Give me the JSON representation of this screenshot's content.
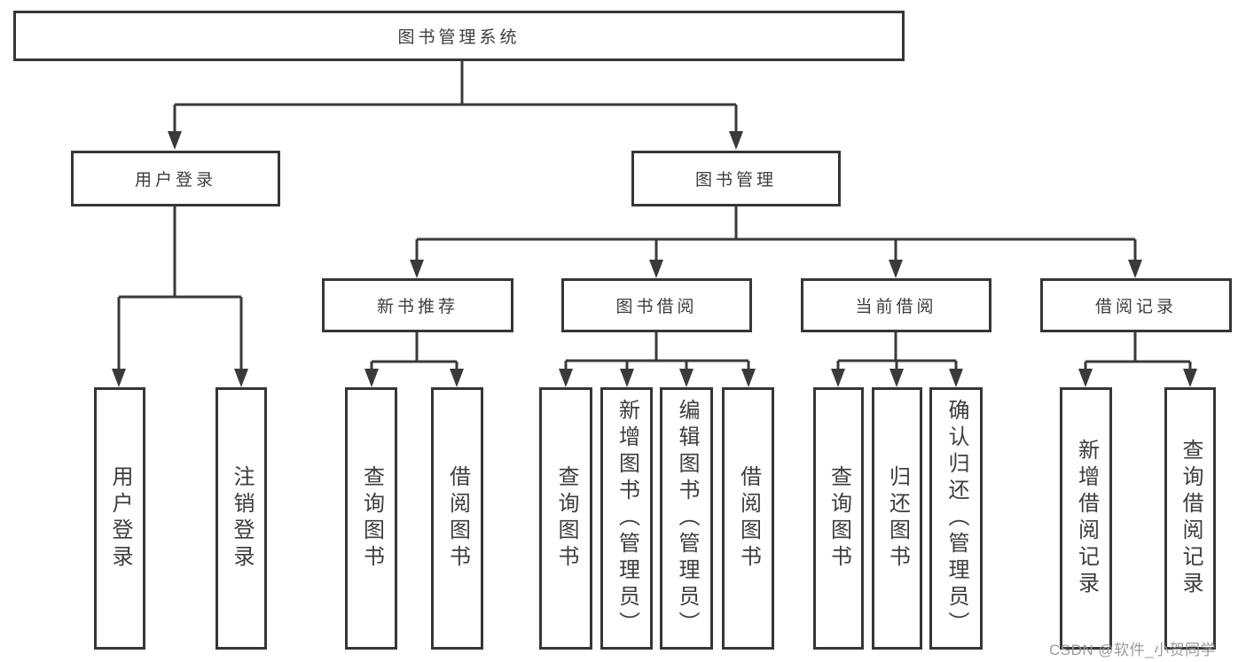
{
  "colors": {
    "border": "#363636",
    "line": "#3a3a3a",
    "text": "#3d3d3d",
    "watermark": "#9b9b9b",
    "background": "#ffffff"
  },
  "tree": {
    "root": {
      "label": "图书管理系统"
    },
    "branches": [
      {
        "label": "用户登录",
        "children": [
          {
            "label": "用户登录"
          },
          {
            "label": "注销登录"
          }
        ]
      },
      {
        "label": "图书管理",
        "sections": [
          {
            "label": "新书推荐",
            "children": [
              {
                "label": "查询图书"
              },
              {
                "label": "借阅图书"
              }
            ]
          },
          {
            "label": "图书借阅",
            "children": [
              {
                "label": "查询图书"
              },
              {
                "label": "新增图书（管理员）"
              },
              {
                "label": "编辑图书（管理员）"
              },
              {
                "label": "借阅图书"
              }
            ]
          },
          {
            "label": "当前借阅",
            "children": [
              {
                "label": "查询图书"
              },
              {
                "label": "归还图书"
              },
              {
                "label": "确认归还（管理员）"
              }
            ]
          },
          {
            "label": "借阅记录",
            "children": [
              {
                "label": "新增借阅记录"
              },
              {
                "label": "查询借阅记录"
              }
            ]
          }
        ]
      }
    ]
  },
  "watermark": {
    "text": "CSDN @软件_小贺同学"
  }
}
